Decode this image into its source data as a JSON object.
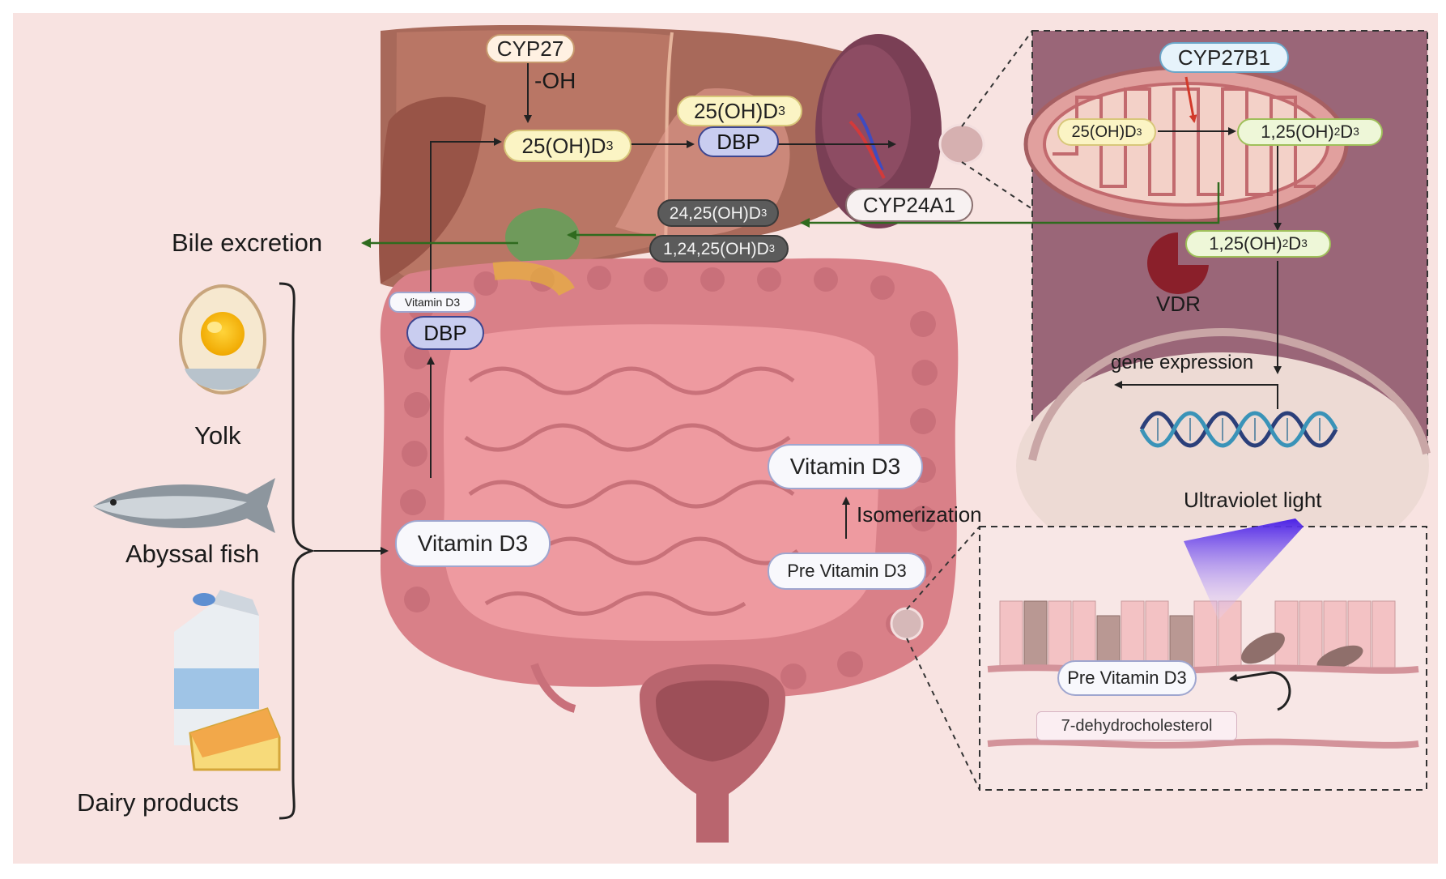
{
  "labels": {
    "cyp27": "CYP27",
    "oh": "-OH",
    "liver_25ohd3": "25(OH)D",
    "dbp_25ohd3": "25(OH)D",
    "dbp": "DBP",
    "metab_2425": "24,25(OH)D",
    "metab_12425": "1,24,25(OH)D",
    "cyp24a1": "CYP24A1",
    "bile_excretion": "Bile excretion",
    "vitd3_small": "Vitamin D3",
    "dbp_blood": "DBP",
    "vitd3_gut": "Vitamin D3",
    "vitd3_skin": "Vitamin D3",
    "isomerization": "Isomerization",
    "previtd3_main": "Pre Vitamin D3",
    "ultraviolet": "Ultraviolet light",
    "previtd3_inset": "Pre Vitamin D3",
    "dehydrocholesterol": "7-dehydrocholesterol",
    "cyp27b1": "CYP27B1",
    "mito_25ohd3": "25(OH)D",
    "mito_125": "1,25(OH)",
    "cell_125": "1,25(OH)",
    "vdr": "VDR",
    "gene_expression": "gene expression",
    "sub_3": "3",
    "sub_2": "2"
  },
  "food_sources": [
    {
      "label": "Yolk",
      "icon": "egg-icon"
    },
    {
      "label": "Abyssal fish",
      "icon": "fish-icon"
    },
    {
      "label": "Dairy products",
      "icon": "milk-cheese-icon"
    }
  ],
  "colors": {
    "background": "#f8e3e1",
    "arrow_green": "#2f6b1e",
    "arrow_black": "#222222",
    "liver": "#a65f52",
    "intestine": "#d9868a",
    "inset_bg": "#9a6678",
    "uv_light": "#6a2cf0"
  }
}
